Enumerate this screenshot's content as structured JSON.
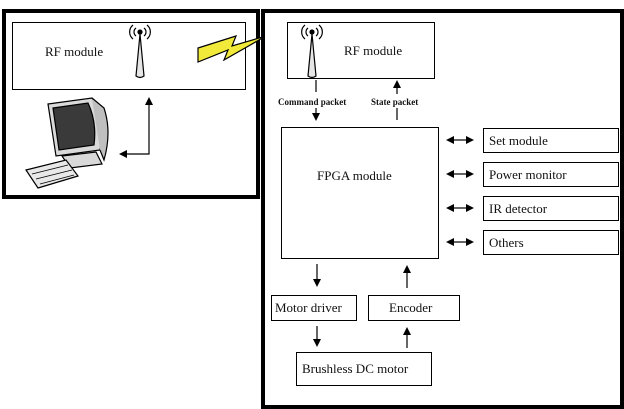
{
  "host_side": {
    "rf_module_label": "RF module"
  },
  "robot_side": {
    "rf_module_label": "RF module",
    "command_packet_label": "Command packet",
    "state_packet_label": "State packet",
    "fpga_label": "FPGA  module",
    "peripherals": [
      "Set module",
      "Power monitor",
      "IR detector",
      "Others"
    ],
    "motor_driver_label": "Motor driver",
    "encoder_label": "Encoder",
    "motor_label": "Brushless DC motor"
  },
  "icons": {
    "antenna": "antenna-icon",
    "computer": "computer-icon",
    "wireless_link": "lightning-link-icon"
  }
}
